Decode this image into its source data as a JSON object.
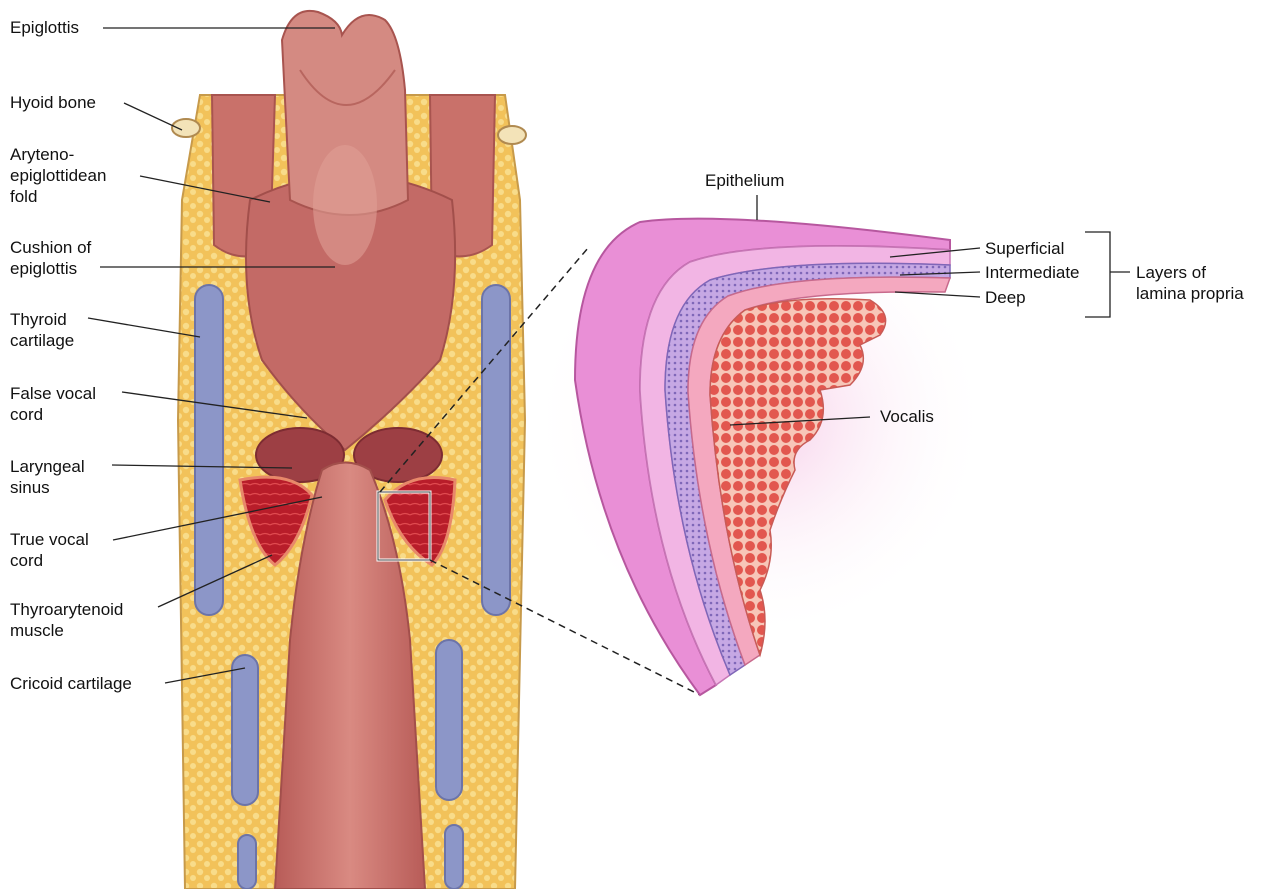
{
  "labels": {
    "epiglottis": "Epiglottis",
    "hyoid_bone": "Hyoid bone",
    "aryteno_epiglottidean_fold": "Aryteno-\nepiglottidean\nfold",
    "cushion_of_epiglottis": "Cushion of\nepiglottis",
    "thyroid_cartilage": "Thyroid\ncartilage",
    "false_vocal_cord": "False vocal\ncord",
    "laryngeal_sinus": "Laryngeal\nsinus",
    "true_vocal_cord": "True vocal\ncord",
    "thyroarytenoid_muscle": "Thyroarytenoid\nmuscle",
    "cricoid_cartilage": "Cricoid cartilage",
    "epithelium": "Epithelium",
    "superficial": "Superficial",
    "intermediate": "Intermediate",
    "deep": "Deep",
    "layers_of_lamina_propria": "Layers of\nlamina propria",
    "vocalis": "Vocalis"
  },
  "colors": {
    "mucosa": "#c9716a",
    "mucosa_light": "#dd948a",
    "fat": "#f2c25a",
    "cartilage": "#8c96c8",
    "muscle": "#c4232e",
    "epithelium": "#e98fd6",
    "lamina": "#d487c8"
  }
}
